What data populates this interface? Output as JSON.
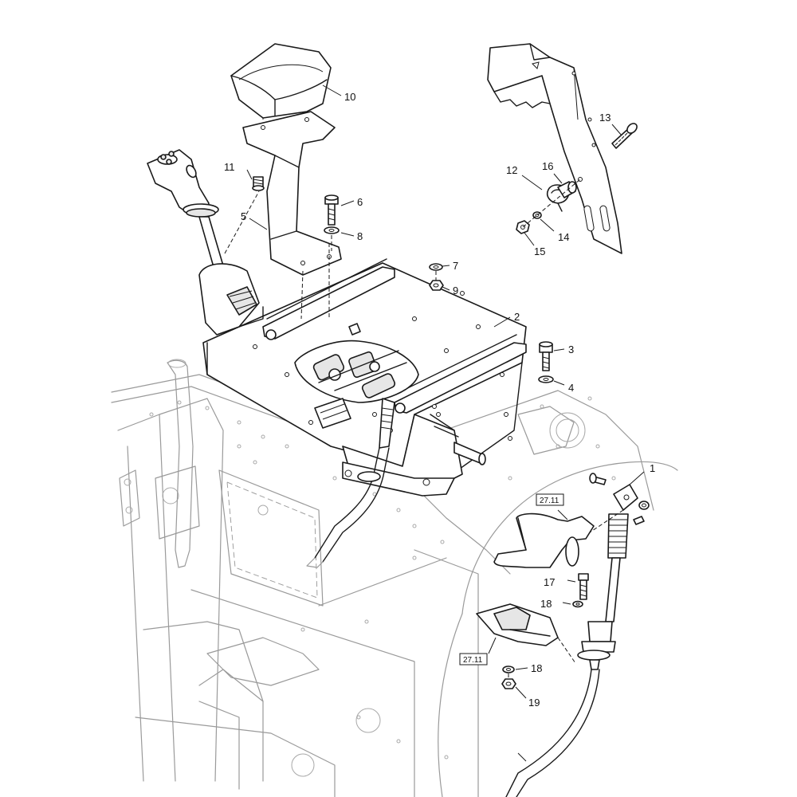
{
  "callouts": [
    {
      "id": "1",
      "label": "1"
    },
    {
      "id": "2",
      "label": "2"
    },
    {
      "id": "3",
      "label": "3"
    },
    {
      "id": "4",
      "label": "4"
    },
    {
      "id": "5",
      "label": "5"
    },
    {
      "id": "6",
      "label": "6"
    },
    {
      "id": "7",
      "label": "7"
    },
    {
      "id": "8",
      "label": "8"
    },
    {
      "id": "9",
      "label": "9"
    },
    {
      "id": "10",
      "label": "10"
    },
    {
      "id": "11",
      "label": "11"
    },
    {
      "id": "12",
      "label": "12"
    },
    {
      "id": "13",
      "label": "13"
    },
    {
      "id": "14",
      "label": "14"
    },
    {
      "id": "15",
      "label": "15"
    },
    {
      "id": "16",
      "label": "16"
    },
    {
      "id": "17",
      "label": "17"
    },
    {
      "id": "18a",
      "label": "18"
    },
    {
      "id": "18b",
      "label": "18"
    },
    {
      "id": "19",
      "label": "19"
    }
  ],
  "references": [
    {
      "id": "ref-upper",
      "label": "27.11"
    },
    {
      "id": "ref-lower",
      "label": "27.11"
    }
  ],
  "colors": {
    "ink": "#1a1a1a",
    "ghost": "#9a9a9a",
    "paper": "#ffffff"
  }
}
